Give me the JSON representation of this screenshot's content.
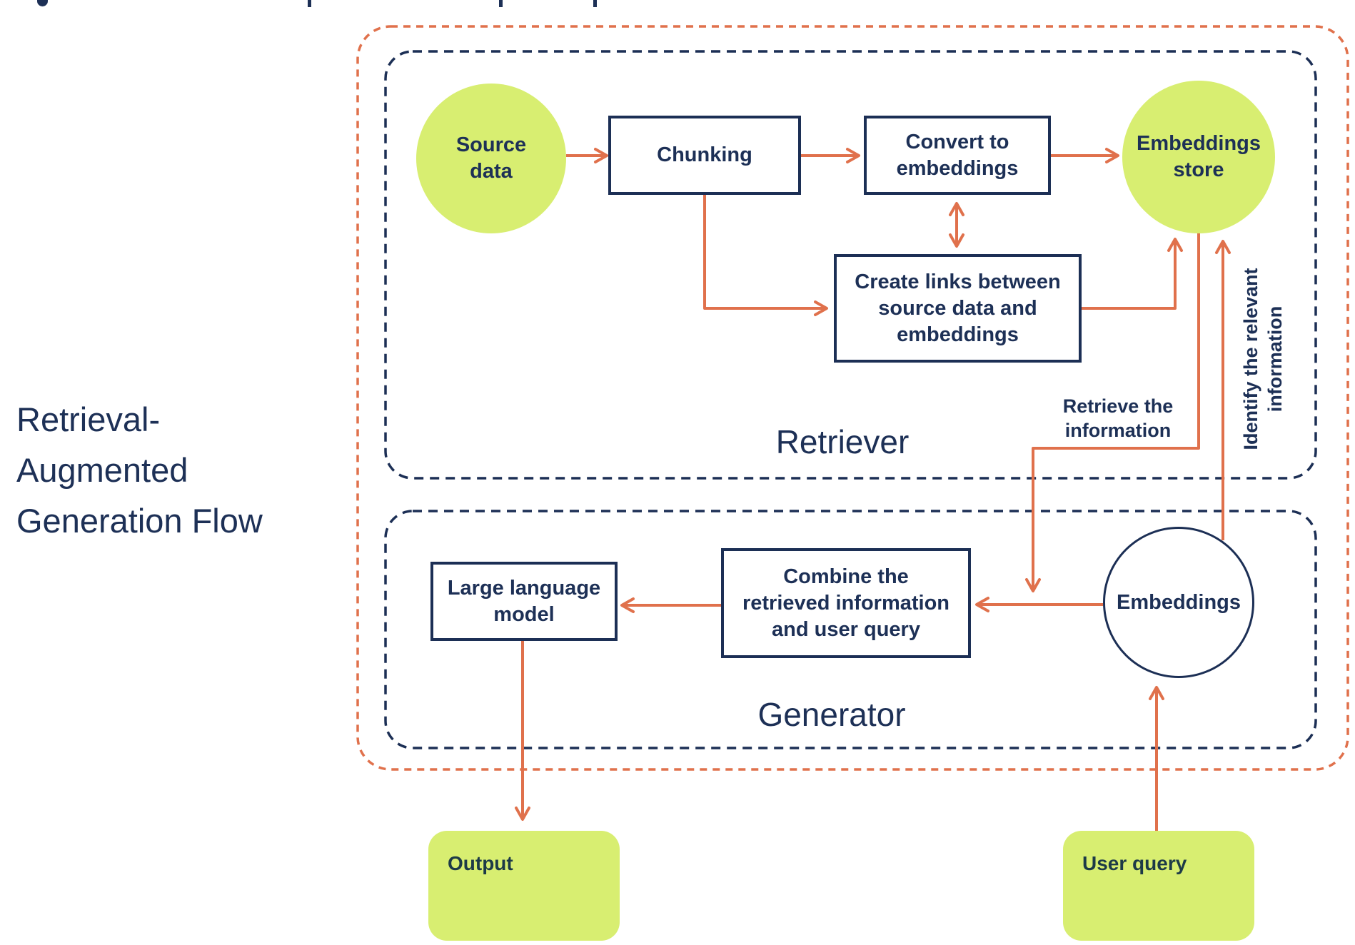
{
  "colors": {
    "navy": "#1d3056",
    "navy_border": "#1c2f55",
    "lime": "#d8ee71",
    "orange": "#e0714c",
    "white": "#ffffff",
    "background": "#ffffff"
  },
  "title": "Retrieval-\nAugmented\nGeneration Flow",
  "sections": {
    "retriever": {
      "label": "Retriever"
    },
    "generator": {
      "label": "Generator"
    }
  },
  "nodes": {
    "source_data": {
      "label": "Source\ndata",
      "shape": "circle",
      "fill": "lime"
    },
    "chunking": {
      "label": "Chunking",
      "shape": "rect",
      "fill": "white"
    },
    "convert_to_embeddings": {
      "label": "Convert to\nembeddings",
      "shape": "rect",
      "fill": "white"
    },
    "embeddings_store": {
      "label": "Embeddings\nstore",
      "shape": "circle",
      "fill": "lime"
    },
    "create_links": {
      "label": "Create links between\nsource data and\nembeddings",
      "shape": "rect",
      "fill": "white"
    },
    "combine": {
      "label": "Combine the\nretrieved information\nand user query",
      "shape": "rect",
      "fill": "white"
    },
    "llm": {
      "label": "Large language\nmodel",
      "shape": "rect",
      "fill": "white"
    },
    "embeddings": {
      "label": "Embeddings",
      "shape": "circle",
      "fill": "white"
    },
    "output": {
      "label": "Output",
      "shape": "card",
      "fill": "lime"
    },
    "user_query": {
      "label": "User query",
      "shape": "card",
      "fill": "lime"
    }
  },
  "edge_labels": {
    "retrieve": "Retrieve the\ninformation",
    "identify": "Identify the relevant\ninformation"
  },
  "connections": [
    {
      "from": "source_data",
      "to": "chunking"
    },
    {
      "from": "chunking",
      "to": "convert_to_embeddings"
    },
    {
      "from": "convert_to_embeddings",
      "to": "embeddings_store"
    },
    {
      "from": "convert_to_embeddings",
      "to": "create_links",
      "bidirectional": true
    },
    {
      "from": "chunking",
      "to": "create_links"
    },
    {
      "from": "create_links",
      "to": "embeddings_store"
    },
    {
      "from": "embeddings_store",
      "to": "combine",
      "label": "Retrieve the information"
    },
    {
      "from": "embeddings",
      "to": "embeddings_store",
      "label": "Identify the relevant information"
    },
    {
      "from": "embeddings",
      "to": "combine"
    },
    {
      "from": "combine",
      "to": "llm"
    },
    {
      "from": "llm",
      "to": "output"
    },
    {
      "from": "user_query",
      "to": "embeddings"
    }
  ]
}
